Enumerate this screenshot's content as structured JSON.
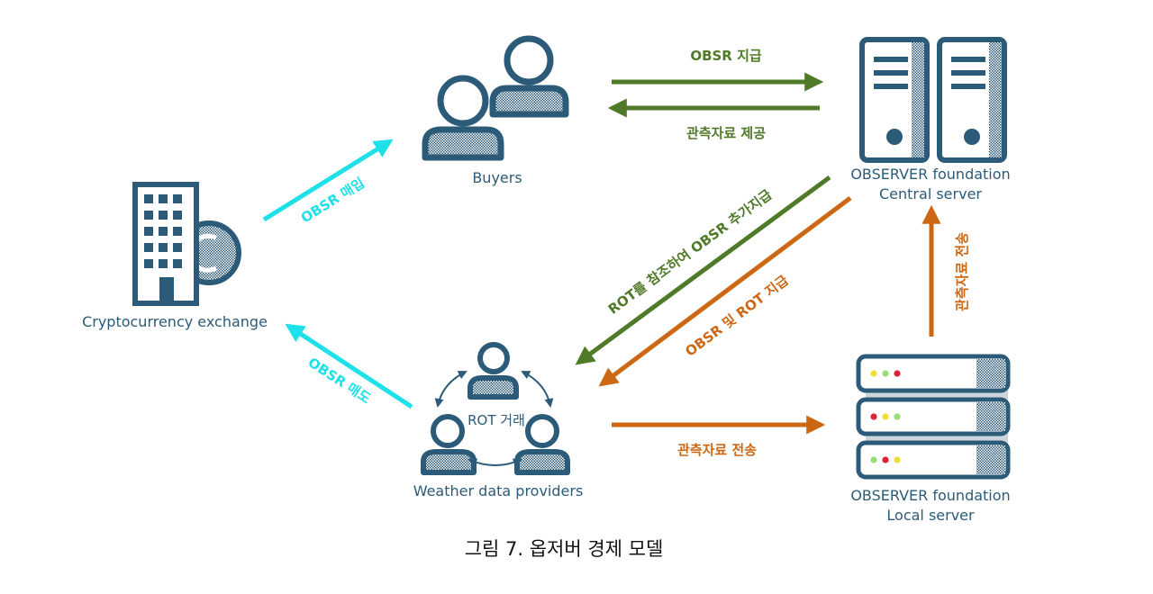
{
  "colors": {
    "icon": "#2b5b78",
    "green": "#4f7a28",
    "orange": "#cc6714",
    "cyan": "#1ee0e8",
    "led_yellow": "#eedd33",
    "led_green": "#99dd77",
    "led_red": "#dd2233"
  },
  "nodes": {
    "buyers": "Buyers",
    "exchange": "Cryptocurrency exchange",
    "central_line1": "OBSERVER foundation",
    "central_line2": "Central server",
    "local_line1": "OBSERVER foundation",
    "local_line2": "Local server",
    "providers": "Weather data providers",
    "rot_trade": "ROT 거래"
  },
  "arrows": {
    "obsr_payment": "OBSR 지급",
    "data_provision": "관측자료 제공",
    "obsr_buy": "OBSR 매입",
    "obsr_sell": "OBSR 매도",
    "rot_extra_payment": "ROT를 참조하여 OBSR 추가지급",
    "obsr_rot_payment": "OBSR 및 ROT 지급",
    "data_transfer_vertical": "관측자료 전송",
    "data_transfer_horizontal": "관측자료 전송"
  },
  "caption": "그림 7. 옵저버 경제 모델"
}
